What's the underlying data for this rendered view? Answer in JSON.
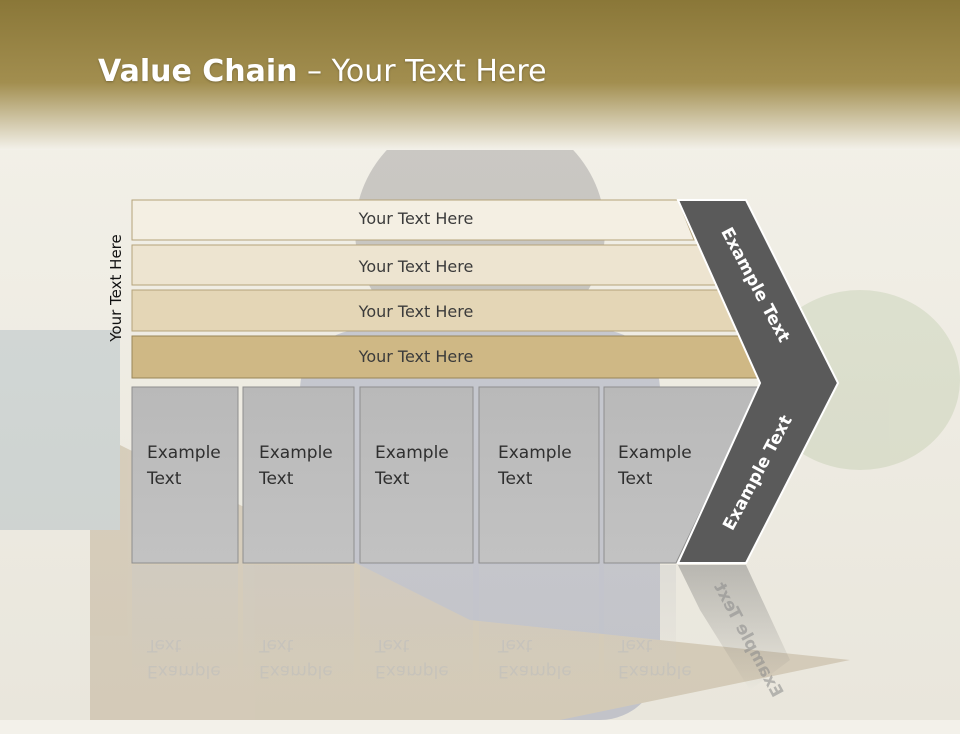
{
  "title": {
    "bold": "Value Chain",
    "rest": " – Your Text Here"
  },
  "side_label": "Your Text Here",
  "rows": [
    {
      "label": "Your Text Here"
    },
    {
      "label": "Your Text Here"
    },
    {
      "label": "Your Text Here"
    },
    {
      "label": "Your Text Here"
    }
  ],
  "boxes": [
    {
      "line1": "Example",
      "line2": "Text"
    },
    {
      "line1": "Example",
      "line2": "Text"
    },
    {
      "line1": "Example",
      "line2": "Text"
    },
    {
      "line1": "Example",
      "line2": "Text"
    },
    {
      "line1": "Example",
      "line2": "Text"
    }
  ],
  "chevron": {
    "upper": "Example Text",
    "lower": "Example Text"
  },
  "colors": {
    "header_band": "#8c7a3c",
    "row_fills": [
      "#f4efe3",
      "#ede4d0",
      "#e4d6b6",
      "#cfb885"
    ],
    "box_fill": "#bdbdbd",
    "chevron_fill": "#5a5a5a"
  }
}
